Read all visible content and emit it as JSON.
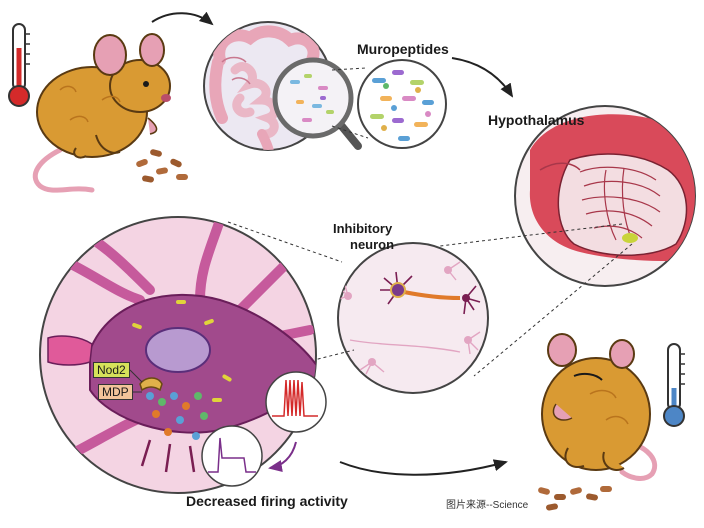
{
  "labels": {
    "muropeptides": "Muropeptides",
    "hypothalamus": "Hypothalamus",
    "inhibitory_line1": "Inhibitory",
    "inhibitory_line2": "neuron",
    "nod2": "Nod2",
    "mdp": "MDP",
    "firing": "Decreased firing activity",
    "source": "图片来源--Science"
  },
  "colors": {
    "mouse_fur": "#d99a33",
    "mouse_fur_dark": "#b9741d",
    "gut_pink": "#e8a6b8",
    "brain_red": "#d94a5a",
    "neuron_purple": "#a14a8c",
    "thermo_hot": "#d42a2a",
    "thermo_cold": "#4d86c6",
    "nod2_tag": "#d6e25a",
    "mdp_tag": "#f2c39a"
  },
  "icons": [
    "thermometer-hot-icon",
    "thermometer-cold-icon",
    "magnifier-icon",
    "arrow-icon"
  ]
}
